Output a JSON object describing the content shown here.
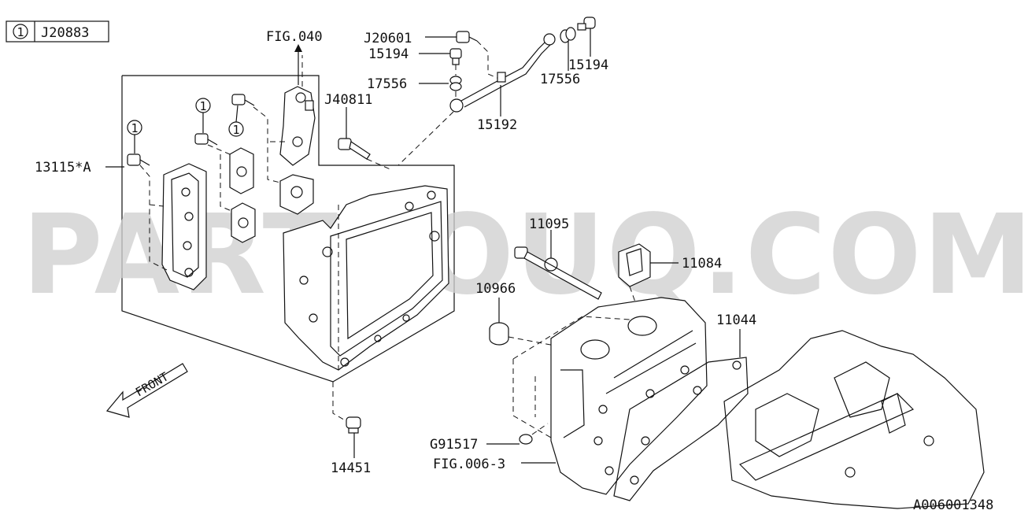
{
  "legend": {
    "key": "1",
    "code": "J20883"
  },
  "callouts": {
    "fig040": "FIG.040",
    "j20601": "J20601",
    "p15194a": "15194",
    "p15194b": "15194",
    "p17556a": "17556",
    "p17556b": "17556",
    "j40811": "J40811",
    "p15192": "15192",
    "p13115a": "13115*A",
    "p11095": "11095",
    "p11084": "11084",
    "p10966": "10966",
    "p11044": "11044",
    "g91517": "G91517",
    "fig006": "FIG.006-3",
    "p14451": "14451",
    "key1a": "1",
    "key1b": "1",
    "key1c": "1"
  },
  "front_label": "FRONT",
  "watermark": "PARTSOUQ.COM",
  "diagram_code": "A006001348"
}
